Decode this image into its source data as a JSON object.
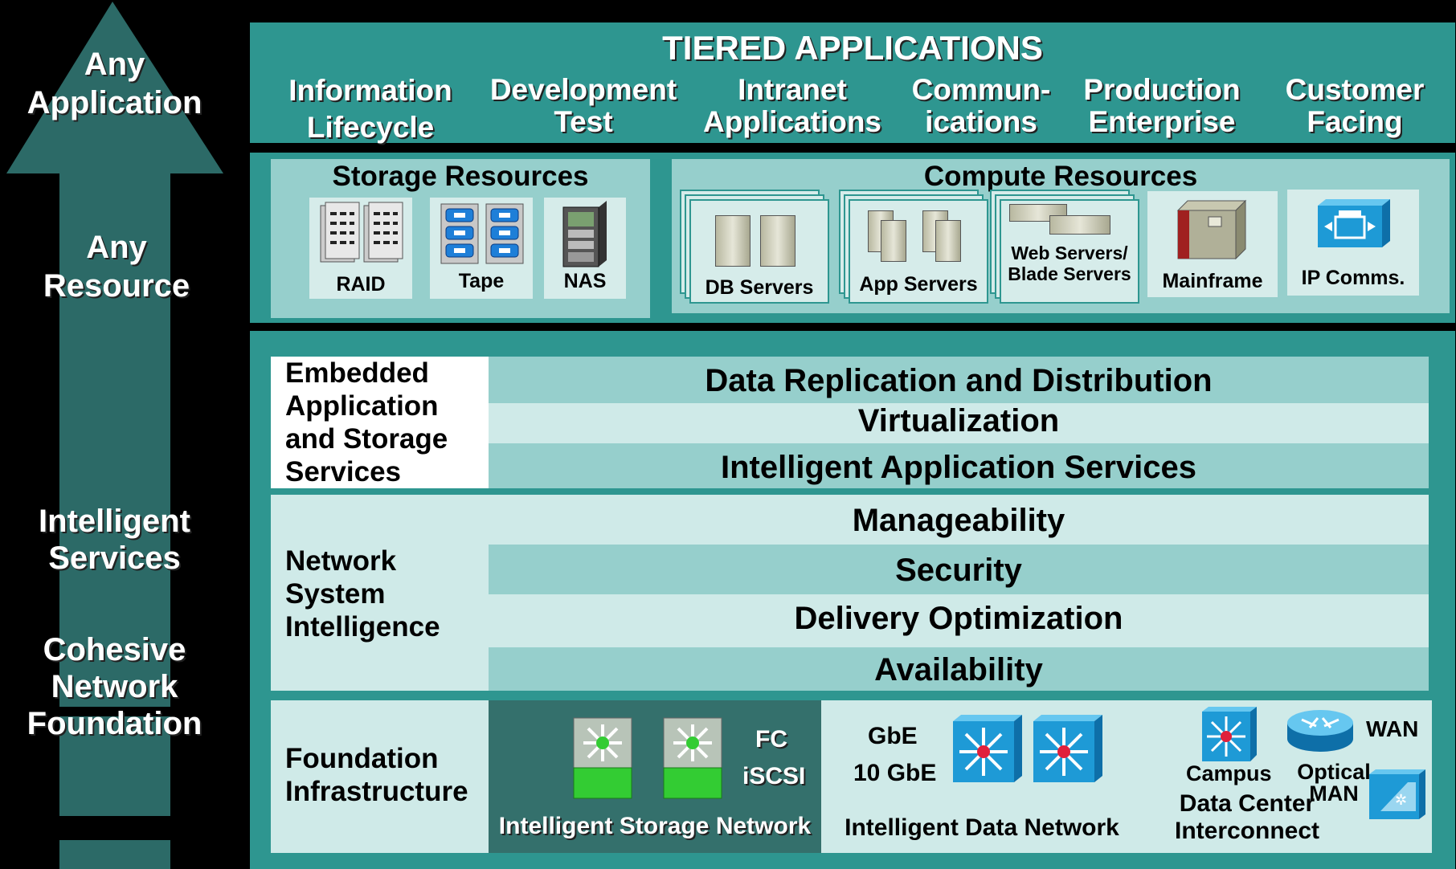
{
  "left_column": {
    "any_application": "Any\nApplication",
    "any_resource": "Any\nResource",
    "intelligent_services": "Intelligent\nServices",
    "cohesive_network_foundation": "Cohesive\nNetwork\nFoundation"
  },
  "tiered": {
    "title": "TIERED APPLICATIONS",
    "apps": [
      "Information\nLifecycle",
      "Development\nTest",
      "Intranet\nApplications",
      "Commun-\nications",
      "Production\nEnterprise",
      "Customer\nFacing"
    ]
  },
  "storage": {
    "title": "Storage Resources",
    "items": [
      "RAID",
      "Tape",
      "NAS"
    ]
  },
  "compute": {
    "title": "Compute Resources",
    "items": [
      "DB Servers",
      "App Servers",
      "Web Servers/\nBlade Servers",
      "Mainframe",
      "IP Comms."
    ]
  },
  "embedded": {
    "label": "Embedded\nApplication\nand Storage\nServices",
    "rows": [
      "Data Replication and Distribution",
      "Virtualization",
      "Intelligent Application Services"
    ]
  },
  "network_intel": {
    "label": "Network\nSystem\nIntelligence",
    "rows": [
      "Manageability",
      "Security",
      "Delivery Optimization",
      "Availability"
    ]
  },
  "foundation": {
    "label": "Foundation\nInfrastructure",
    "storage_net": {
      "fc": "FC",
      "iscsi": "iSCSI",
      "caption": "Intelligent Storage Network"
    },
    "data_net": {
      "gbe": "GbE",
      "tengbe": "10 GbE",
      "caption": "Intelligent Data Network"
    },
    "interconnect": {
      "wan": "WAN",
      "campus": "Campus",
      "optical_man": "Optical\nMAN",
      "caption": "Data Center\nInterconnect"
    }
  },
  "colors": {
    "teal": "#2e9690",
    "light_teal": "#96cfcc",
    "pale_teal": "#cfeae8",
    "arrow": "#2c6a67",
    "switch_blue": "#1e9ad6",
    "green": "#33cc33"
  }
}
